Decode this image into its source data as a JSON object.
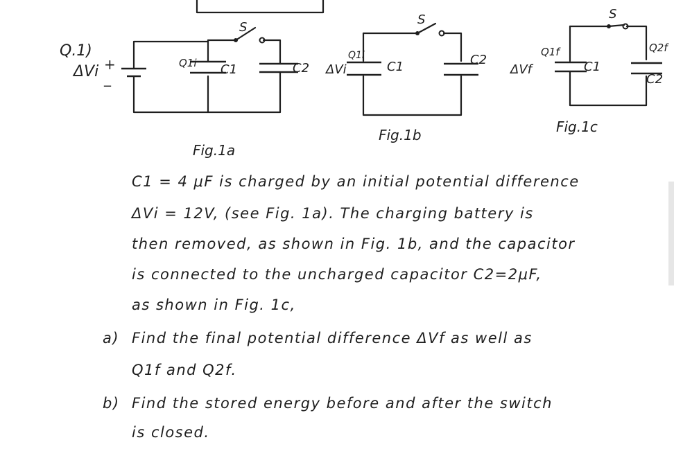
{
  "question_label": "Q.1)",
  "fig_1a": {
    "caption": "Fig.1a",
    "battery_label": "ΔVi",
    "battery_plus": "+",
    "battery_minus": "_",
    "charge_label": "Q1i",
    "c1_label": "C1",
    "c2_label": "C2",
    "switch_label": "S"
  },
  "fig_1b": {
    "caption": "Fig.1b",
    "voltage_label": "ΔVi",
    "charge_label": "Q1i",
    "c1_label": "C1",
    "c2_label": "C2",
    "switch_label": "S"
  },
  "fig_1c": {
    "caption": "Fig.1c",
    "voltage_label": "ΔVf",
    "charge1_label": "Q1f",
    "charge2_label": "Q2f",
    "c1_label": "C1",
    "c2_label": "C2",
    "switch_label": "S"
  },
  "problem": {
    "line1": "C1 = 4 μF is charged by an initial potential difference",
    "line2": "ΔVi = 12V, (see Fig. 1a). The charging battery is",
    "line3": "then removed, as shown in Fig. 1b, and the capacitor",
    "line4": "is connected to the uncharged capacitor C2=2μF,",
    "line5": "as shown in Fig. 1c,",
    "part_a_label": "a)",
    "part_a_line1": "Find the final potential difference ΔVf as well as",
    "part_a_line2": "Q1f and Q2f.",
    "part_b_label": "b)",
    "part_b_line1": "Find the stored energy before and after the switch",
    "part_b_line2": "is closed."
  }
}
